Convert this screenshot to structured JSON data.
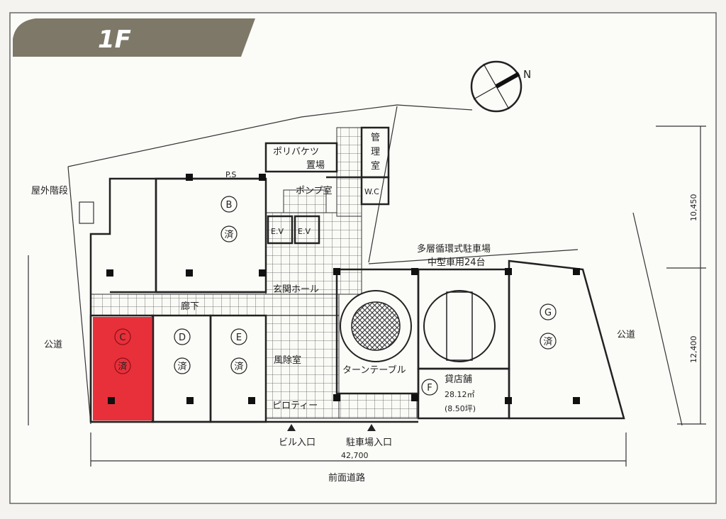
{
  "floor": {
    "title": "1F"
  },
  "compass": {
    "north_label": "N"
  },
  "colors": {
    "highlight": "#e8303a",
    "banner": "#7d7868"
  },
  "labels": {
    "outdoor_stairs": "屋外階段",
    "public_road_left": "公道",
    "public_road_right": "公道",
    "ps": "P.S",
    "poly_bucket_1": "ポリバケツ",
    "poly_bucket_2": "置場",
    "pump_room": "ポンプ室",
    "admin_1": "管",
    "admin_2": "理",
    "admin_3": "室",
    "wc": "W.C",
    "ev1": "E.V",
    "ev2": "E.V",
    "parking_1": "多層循環式駐車場",
    "parking_2": "中型車用24台",
    "hall": "玄関ホール",
    "corridor": "廊下",
    "windbreak": "風除室",
    "turntable": "ターンテーブル",
    "piloti": "ピロティー",
    "building_entrance": "ビル入口",
    "parking_entrance": "駐車場入口",
    "front_road": "前面道路"
  },
  "units": [
    {
      "id": "B",
      "status": "済"
    },
    {
      "id": "C",
      "status": "済",
      "highlighted": true
    },
    {
      "id": "D",
      "status": "済"
    },
    {
      "id": "E",
      "status": "済"
    },
    {
      "id": "G",
      "status": "済"
    }
  ],
  "unit_f": {
    "id": "F",
    "name": "貸店舗",
    "area": "28.12㎡",
    "tsubo": "(8.50坪)"
  },
  "dimensions": {
    "width": "42,700",
    "depth_upper": "10,450",
    "depth_lower": "12,400"
  }
}
